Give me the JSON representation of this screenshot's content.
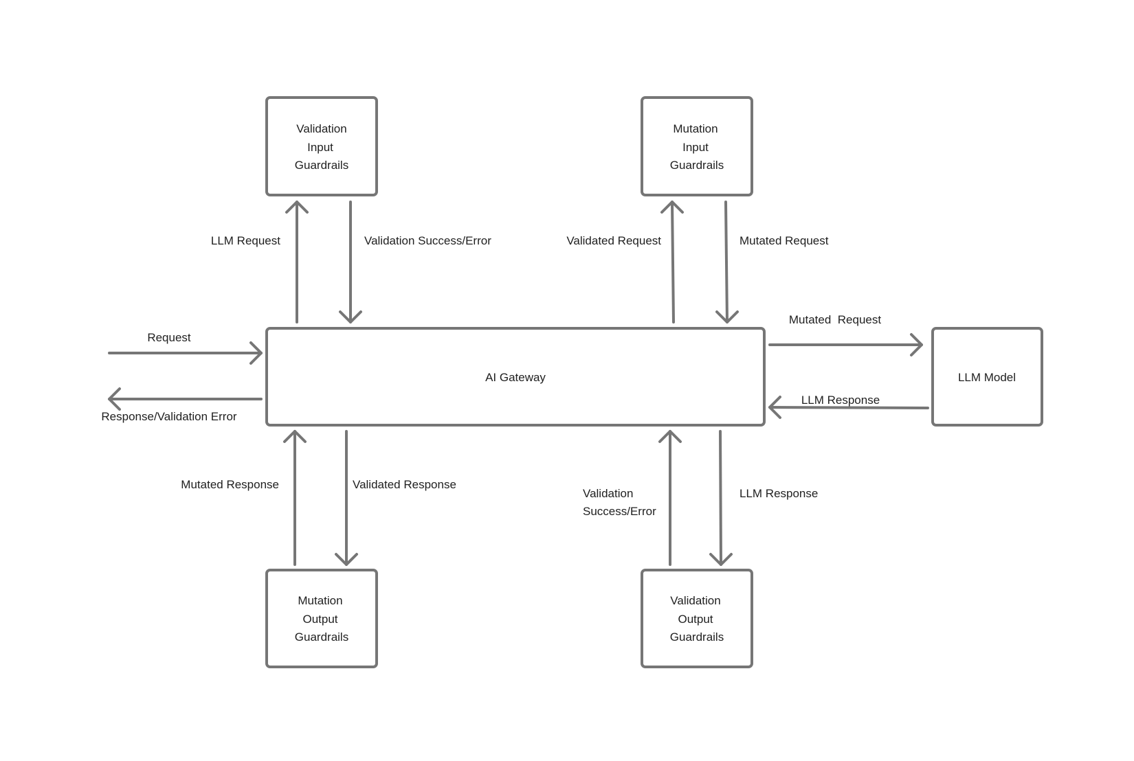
{
  "nodes": {
    "validation_input": {
      "line1": "Validation",
      "line2": "Input",
      "line3": "Guardrails"
    },
    "mutation_input": {
      "line1": "Mutation",
      "line2": "Input",
      "line3": "Guardrails"
    },
    "gateway": {
      "label": "AI Gateway"
    },
    "llm_model": {
      "label": "LLM Model"
    },
    "mutation_output": {
      "line1": "Mutation",
      "line2": "Output",
      "line3": "Guardrails"
    },
    "validation_output": {
      "line1": "Validation",
      "line2": "Output",
      "line3": "Guardrails"
    }
  },
  "edges": {
    "request_in": "Request",
    "response_out": "Response/Validation Error",
    "llm_request": "LLM Request",
    "validation_success_error_in": "Validation Success/Error",
    "validated_request": "Validated Request",
    "mutated_request_in": "Mutated Request",
    "mutated_request_to_model": "Mutated  Request",
    "llm_response_from_model": "LLM Response",
    "mutated_response": "Mutated Response",
    "validated_response": "Validated Response",
    "validation_success_error_out_line1": "Validation",
    "validation_success_error_out_line2": "Success/Error",
    "llm_response_to_output": "LLM Response"
  },
  "colors": {
    "stroke": "#767676",
    "text": "#1f1f1f",
    "background": "#ffffff"
  }
}
